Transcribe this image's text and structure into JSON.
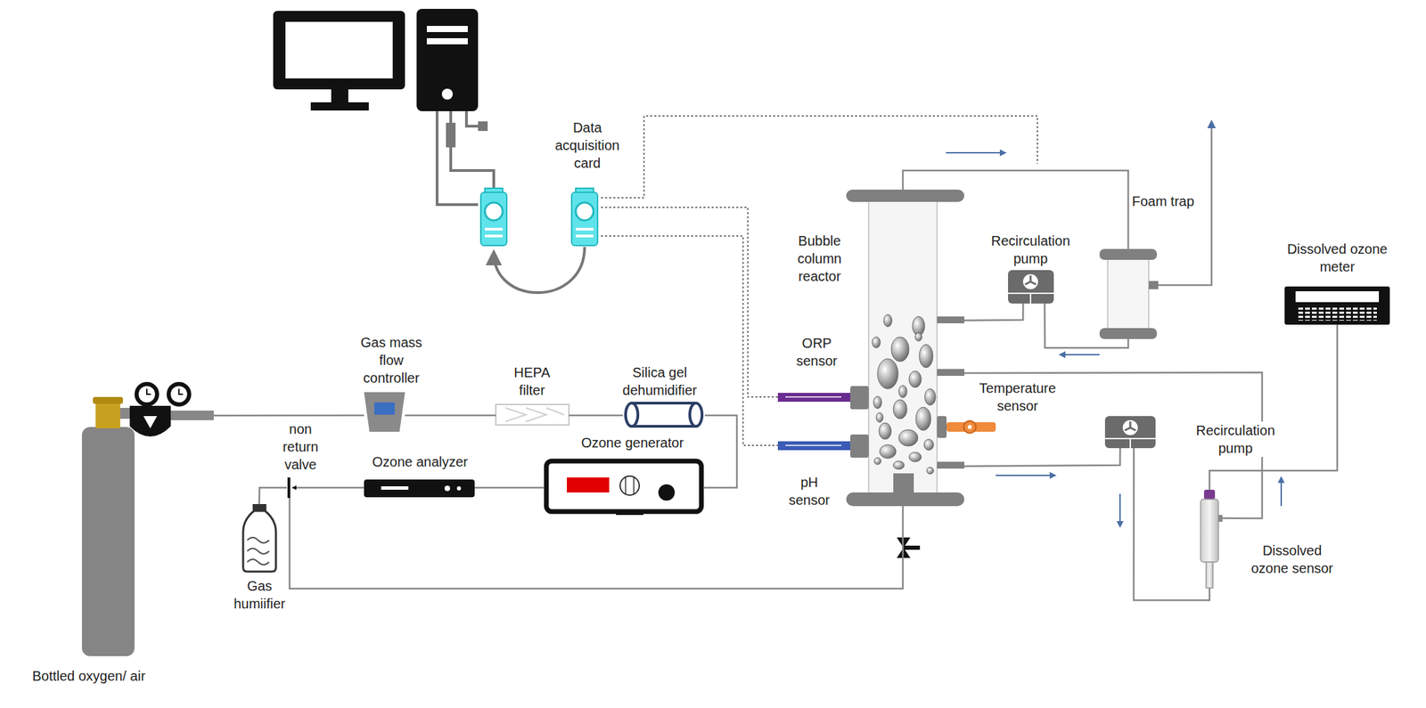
{
  "diagram": {
    "nodes": [
      {
        "text": [
          "Data acquisition card"
        ]
      },
      {
        "text": [
          "Bubble column reactor"
        ]
      },
      {
        "text": [
          "Foam trap"
        ]
      },
      {
        "text": [
          "Recirculation pump"
        ]
      },
      {
        "text": [
          "Dissolved ozone meter"
        ]
      },
      {
        "text": [
          "ORP sensor"
        ]
      },
      {
        "text": [
          "Temperature sensor"
        ]
      },
      {
        "text": [
          "Gas mass flow controller"
        ]
      },
      {
        "text": [
          "HEPA filter"
        ]
      },
      {
        "text": [
          "Silica gel dehumidifier"
        ]
      },
      {
        "text": [
          "Recirculation pump"
        ]
      },
      {
        "text": [
          "pH sensor"
        ]
      },
      {
        "text": [
          "non return valve"
        ]
      },
      {
        "text": [
          "Ozone analyzer"
        ]
      },
      {
        "text": [
          "Ozone generator"
        ]
      },
      {
        "text": [
          "Dissolved ozone sensor"
        ]
      },
      {
        "text": [
          "Gas humiifier"
        ]
      },
      {
        "text": [
          "Bottled oxygen/ air"
        ]
      }
    ],
    "edges": [
      {
        "from": 17,
        "to": 7,
        "arrow": "none"
      },
      {
        "from": 7,
        "to": 8,
        "arrow": "none"
      },
      {
        "from": 8,
        "to": 9,
        "arrow": "none"
      },
      {
        "from": 9,
        "to": 14,
        "arrow": "none"
      },
      {
        "from": 14,
        "to": 13,
        "arrow": "none"
      },
      {
        "from": 13,
        "to": 12,
        "arrow": "to"
      },
      {
        "from": 12,
        "to": 16,
        "arrow": "none"
      },
      {
        "from": 12,
        "to": 1,
        "arrow": "none"
      },
      {
        "from": 1,
        "to": 2,
        "arrow": "none"
      },
      {
        "from": 1,
        "to": 3,
        "arrow": "none"
      },
      {
        "from": 3,
        "to": 2,
        "arrow": "none"
      },
      {
        "from": 1,
        "to": 10,
        "arrow": "none"
      },
      {
        "from": 10,
        "to": 15,
        "arrow": "none"
      },
      {
        "from": 15,
        "to": 1,
        "arrow": "none"
      },
      {
        "from": 4,
        "to": 15,
        "arrow": "none"
      },
      {
        "from": 0,
        "to": 5,
        "arrow": "none"
      },
      {
        "from": 0,
        "to": 11,
        "arrow": "none"
      }
    ]
  }
}
